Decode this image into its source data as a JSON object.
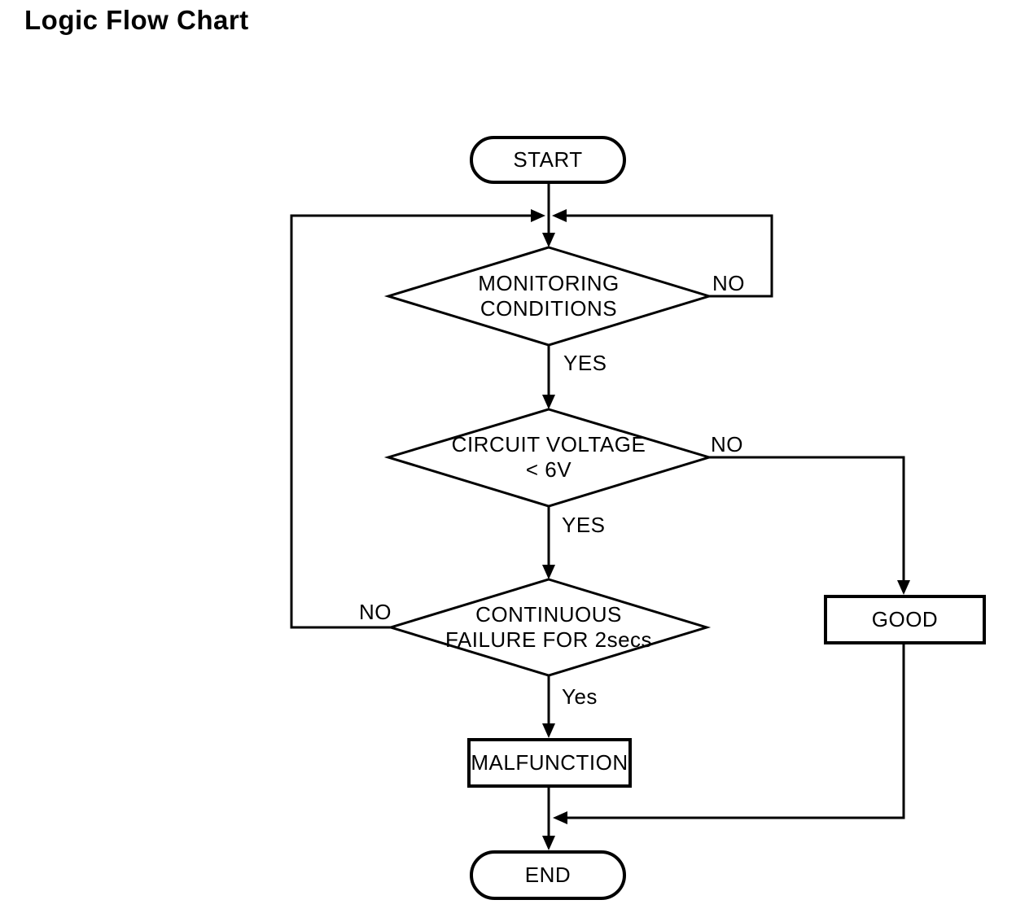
{
  "title": "Logic Flow Chart",
  "nodes": {
    "start": {
      "label": "START",
      "type": "terminator"
    },
    "monitoring": {
      "line1": "MONITORING",
      "line2": "CONDITIONS",
      "type": "decision"
    },
    "voltage": {
      "line1": "CIRCUIT VOLTAGE",
      "line2": "< 6V",
      "type": "decision"
    },
    "continuous": {
      "line1": "CONTINUOUS",
      "line2": "FAILURE FOR 2secs",
      "type": "decision"
    },
    "good": {
      "label": "GOOD",
      "type": "process"
    },
    "malfunction": {
      "label": "MALFUNCTION",
      "type": "process"
    },
    "end": {
      "label": "END",
      "type": "terminator"
    }
  },
  "edge_labels": {
    "monitoring_no": "NO",
    "monitoring_yes": "YES",
    "voltage_no": "NO",
    "voltage_yes": "YES",
    "continuous_no": "NO",
    "continuous_yes": "Yes"
  },
  "colors": {
    "line": "#000000",
    "background": "#ffffff",
    "text": "#000000"
  }
}
